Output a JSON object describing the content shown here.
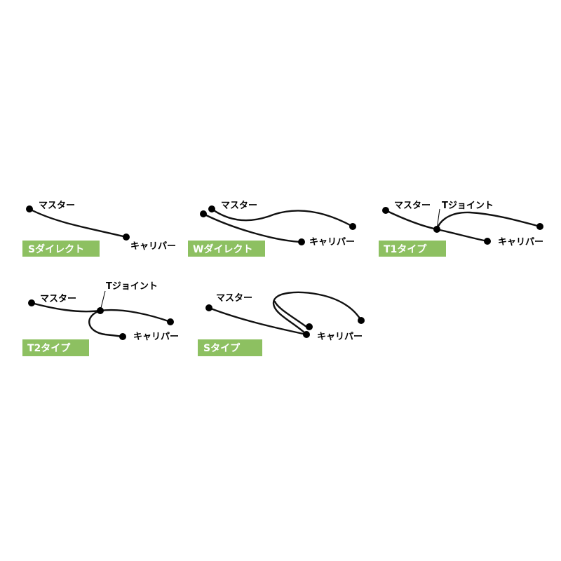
{
  "diagrams": [
    {
      "id": "s-direct",
      "name": "Sダイレクト",
      "labels": {
        "master": "マスター",
        "caliper": "キャリパー"
      }
    },
    {
      "id": "w-direct",
      "name": "Wダイレクト",
      "labels": {
        "master": "マスター",
        "caliper": "キャリパー"
      }
    },
    {
      "id": "t1",
      "name": "T1タイプ",
      "labels": {
        "master": "マスター",
        "caliper": "キャリパー",
        "joint": "Tジョイント"
      }
    },
    {
      "id": "t2",
      "name": "T2タイプ",
      "labels": {
        "master": "マスター",
        "caliper": "キャリパー",
        "joint": "Tジョイント"
      }
    },
    {
      "id": "s-type",
      "name": "Sタイプ",
      "labels": {
        "master": "マスター",
        "caliper": "キャリパー"
      }
    }
  ],
  "colors": {
    "tag_background": "#8dc061",
    "tag_text": "#ffffff",
    "hose": "#111111",
    "endpoint": "#000000"
  }
}
